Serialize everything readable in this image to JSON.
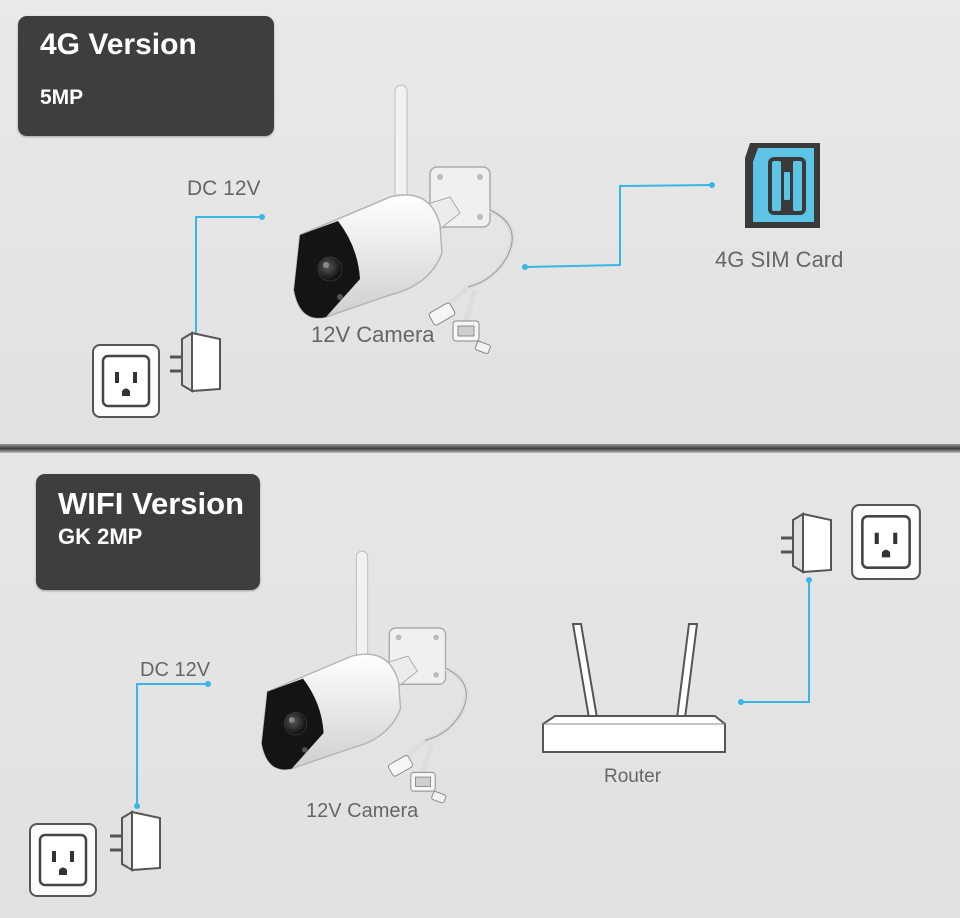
{
  "sections": [
    {
      "title": "4G Version",
      "subtitle": "5MP",
      "power_label": "DC 12V",
      "camera_label": "12V Camera",
      "device_label": "4G SIM Card"
    },
    {
      "title": "WIFI Version",
      "subtitle": "GK 2MP",
      "power_label": "DC 12V",
      "camera_label": "12V Camera",
      "device_label": "Router"
    }
  ],
  "colors": {
    "connector_line": "#38b6e6",
    "badge_background": "#3e3e3e",
    "sim_chip_background": "#5ec4e6",
    "sim_card_body": "#3a3a3a"
  }
}
